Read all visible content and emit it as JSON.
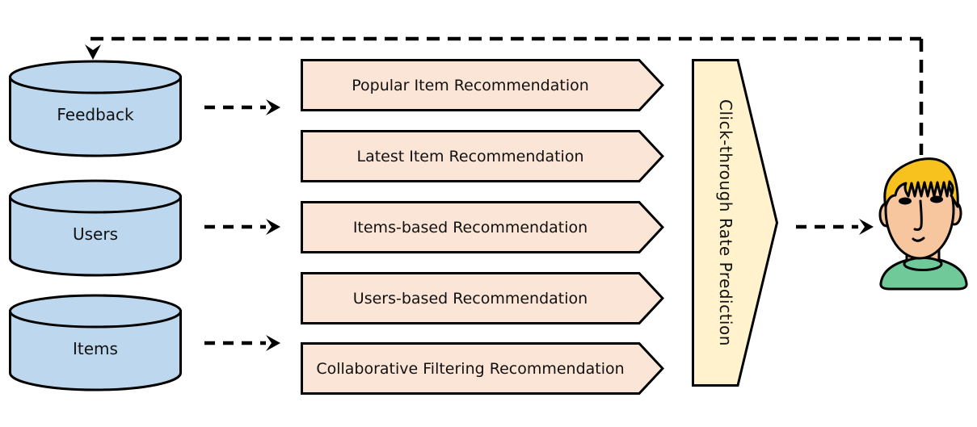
{
  "diagram": {
    "databases": [
      {
        "label": "Feedback"
      },
      {
        "label": "Users"
      },
      {
        "label": "Items"
      }
    ],
    "recommenders": [
      {
        "label": "Popular Item Recommendation"
      },
      {
        "label": "Latest Item Recommendation"
      },
      {
        "label": "Items-based Recommendation"
      },
      {
        "label": "Users-based Recommendation"
      },
      {
        "label": "Collaborative Filtering Recommendation"
      }
    ],
    "predictor": {
      "label": "Click-through Rate Prediction"
    },
    "user_icon": "user-person-icon",
    "colors": {
      "database_fill": "#BDD7EE",
      "recommender_fill": "#FBE5D6",
      "predictor_fill": "#FFF2CC",
      "outline": "#000000",
      "hair": "#F7C11E",
      "skin": "#F7C69F",
      "sweater": "#6FC998",
      "text": "#111111"
    }
  }
}
